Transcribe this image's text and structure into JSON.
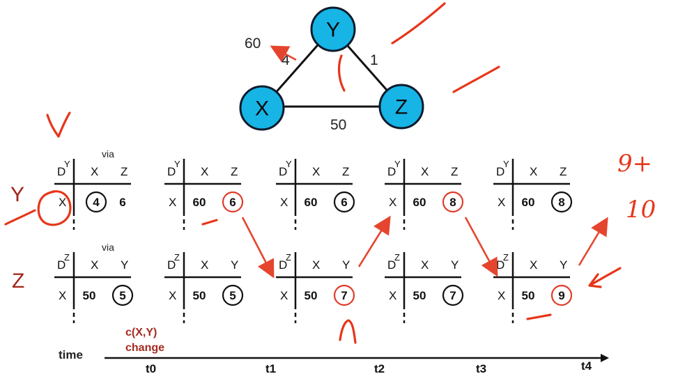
{
  "graph": {
    "nodes": [
      {
        "id": "Y",
        "label": "Y"
      },
      {
        "id": "X",
        "label": "X"
      },
      {
        "id": "Z",
        "label": "Z"
      }
    ],
    "edges": [
      {
        "from": "X",
        "to": "Y",
        "cost_label": "4"
      },
      {
        "from": "Y",
        "to": "Z",
        "cost_label": "1"
      },
      {
        "from": "X",
        "to": "Z",
        "cost_label": "50"
      }
    ],
    "new_cost_label": "60"
  },
  "tables": {
    "via_label": "via",
    "dest_label": "D",
    "y_row": {
      "row_letter": "Y",
      "superscript": "Y",
      "columns": [
        "X",
        "Z"
      ],
      "dest": "X",
      "entries": [
        {
          "via_x": "4",
          "via_z": "6"
        },
        {
          "via_x": "60",
          "via_z": "6"
        },
        {
          "via_x": "60",
          "via_z": "6"
        },
        {
          "via_x": "60",
          "via_z": "8"
        },
        {
          "via_x": "60",
          "via_z": "8"
        }
      ]
    },
    "z_row": {
      "row_letter": "Z",
      "superscript": "Z",
      "columns": [
        "X",
        "Y"
      ],
      "dest": "X",
      "entries": [
        {
          "via_x": "50",
          "via_y": "5"
        },
        {
          "via_x": "50",
          "via_y": "5"
        },
        {
          "via_x": "50",
          "via_y": "7"
        },
        {
          "via_x": "50",
          "via_y": "7"
        },
        {
          "via_x": "50",
          "via_y": "9"
        }
      ]
    }
  },
  "timeline": {
    "time_label": "time",
    "change_line1": "c(X,Y)",
    "change_line2": "change",
    "ticks": [
      "t0",
      "t1",
      "t2",
      "t3",
      "t4"
    ]
  },
  "handwriting": {
    "note_line1": "9+",
    "note_line2": "10"
  },
  "colors": {
    "node_fill": "#17b4e6",
    "ink_red": "#e6361b",
    "row_letter": "#a1241a"
  }
}
